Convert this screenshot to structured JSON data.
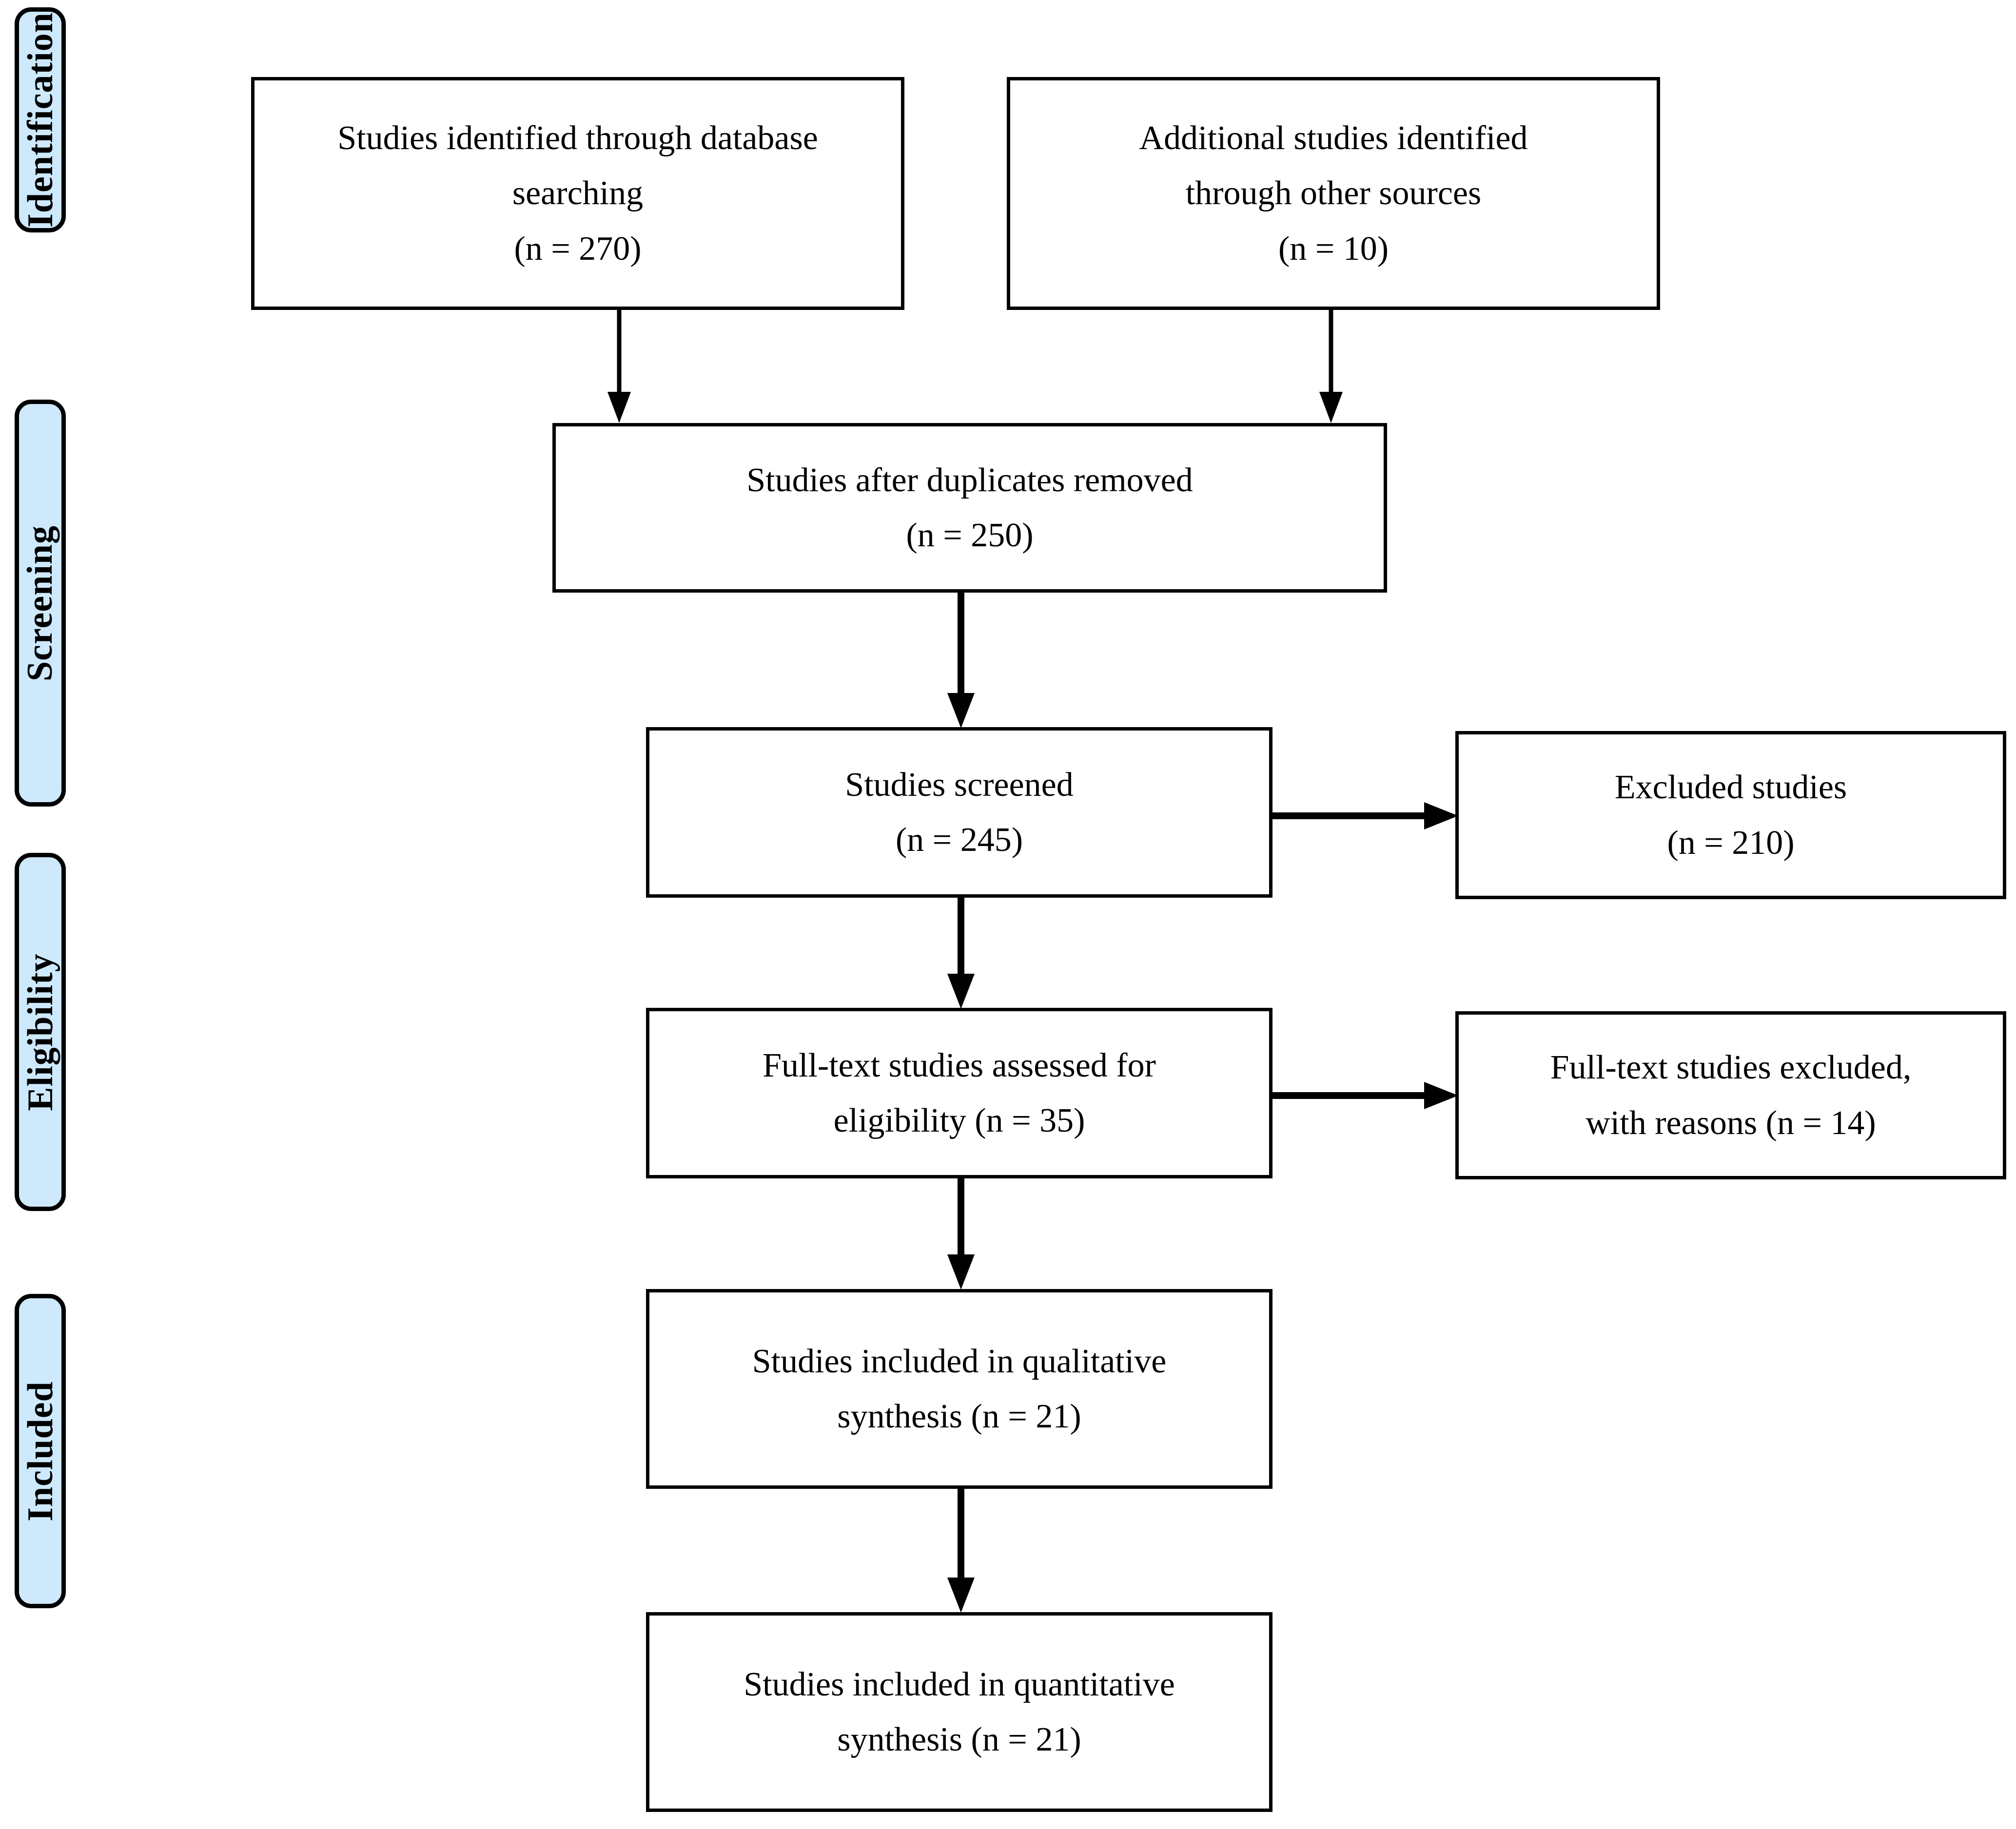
{
  "diagram": {
    "type": "prisma-flow-diagram",
    "title": "PRISMA study selection flow diagram",
    "accent_color": "#cde9fb",
    "line_color": "#000000",
    "background_color": "#ffffff"
  },
  "stages": [
    {
      "id": "identification",
      "label": "Identification"
    },
    {
      "id": "screening",
      "label": "Screening"
    },
    {
      "id": "eligibility",
      "label": "Eligibility"
    },
    {
      "id": "included",
      "label": "Included"
    }
  ],
  "boxes": [
    {
      "id": "database-searching",
      "stage": "identification",
      "lines": [
        "Studies identified through database",
        "searching",
        "(n = 270)"
      ],
      "count_label": "(n = 270)",
      "count": 270
    },
    {
      "id": "other-sources",
      "stage": "identification",
      "lines": [
        "Additional studies identified",
        "through other sources",
        "(n = 10)"
      ],
      "count_label": "(n = 10)",
      "count": 10
    },
    {
      "id": "duplicates-removed",
      "stage": "screening",
      "lines": [
        "Studies after duplicates removed",
        "(n = 250)"
      ],
      "count_label": "(n = 250)",
      "count": 250
    },
    {
      "id": "studies-screened",
      "stage": "screening",
      "lines": [
        "Studies screened",
        "(n = 245)"
      ],
      "count_label": "(n = 245)",
      "count": 245
    },
    {
      "id": "excluded-studies",
      "stage": "screening",
      "lines": [
        "Excluded studies",
        "(n = 210)"
      ],
      "count_label": "(n = 210)",
      "count": 210
    },
    {
      "id": "fulltext-assessed",
      "stage": "eligibility",
      "lines": [
        "Full-text studies assessed for",
        "eligibility (n = 35)"
      ],
      "count_label": "(n = 35)",
      "count": 35
    },
    {
      "id": "fulltext-excluded",
      "stage": "eligibility",
      "lines": [
        "Full-text studies excluded,",
        "with reasons (n = 14)"
      ],
      "count_label": "(n = 14)",
      "count": 14
    },
    {
      "id": "qualitative-synthesis",
      "stage": "eligibility",
      "lines": [
        "Studies included in qualitative",
        "synthesis (n = 21)"
      ],
      "count_label": "(n = 21)",
      "count": 21
    },
    {
      "id": "quantitative-synthesis",
      "stage": "included",
      "lines": [
        "Studies included in quantitative",
        "synthesis (n = 21)"
      ],
      "count_label": "(n = 21)",
      "count": 21
    }
  ],
  "connectors": [
    {
      "id": "database-to-duplicates",
      "from": "database-searching",
      "to": "duplicates-removed",
      "direction": "down"
    },
    {
      "id": "other-to-duplicates",
      "from": "other-sources",
      "to": "duplicates-removed",
      "direction": "down"
    },
    {
      "id": "duplicates-to-screened",
      "from": "duplicates-removed",
      "to": "studies-screened",
      "direction": "down"
    },
    {
      "id": "screened-to-excluded",
      "from": "studies-screened",
      "to": "excluded-studies",
      "direction": "right"
    },
    {
      "id": "screened-to-fulltext",
      "from": "studies-screened",
      "to": "fulltext-assessed",
      "direction": "down"
    },
    {
      "id": "fulltext-to-excluded",
      "from": "fulltext-assessed",
      "to": "fulltext-excluded",
      "direction": "right"
    },
    {
      "id": "fulltext-to-qualitative",
      "from": "fulltext-assessed",
      "to": "qualitative-synthesis",
      "direction": "down"
    },
    {
      "id": "qualitative-to-quantitative",
      "from": "qualitative-synthesis",
      "to": "quantitative-synthesis",
      "direction": "down"
    }
  ]
}
